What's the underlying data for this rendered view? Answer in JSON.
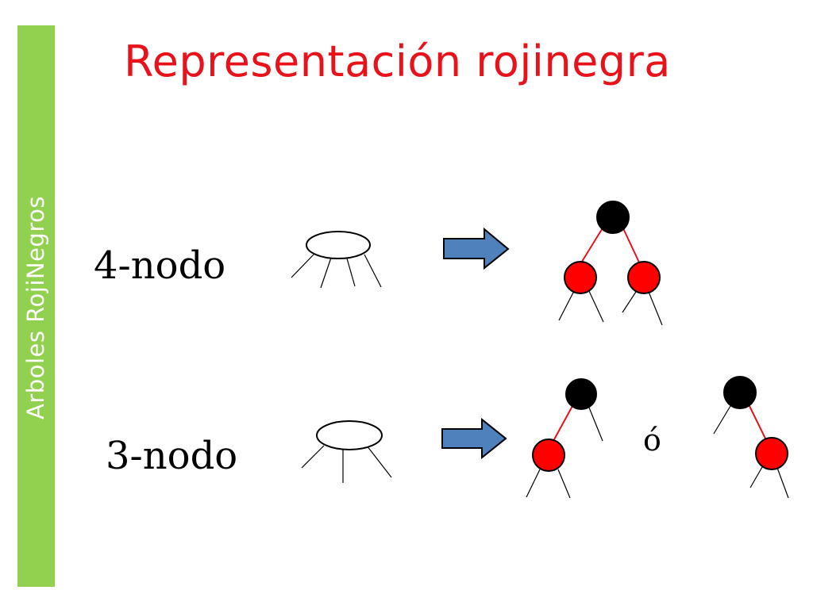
{
  "slide": {
    "title": "Representación rojinegra",
    "sidebar_text": "Arboles RojiNegros"
  },
  "diagram": {
    "four_node_label": "4-nodo",
    "three_node_label": "3-nodo",
    "or_label": "ó"
  },
  "colors": {
    "title": "#e8121b",
    "sidebar": "#92d050",
    "arrow_fill": "#4f81bd",
    "arrow_stroke": "#000000",
    "red_node": "#ff0000",
    "black_node": "#000000",
    "red_edge": "#e8121b"
  }
}
